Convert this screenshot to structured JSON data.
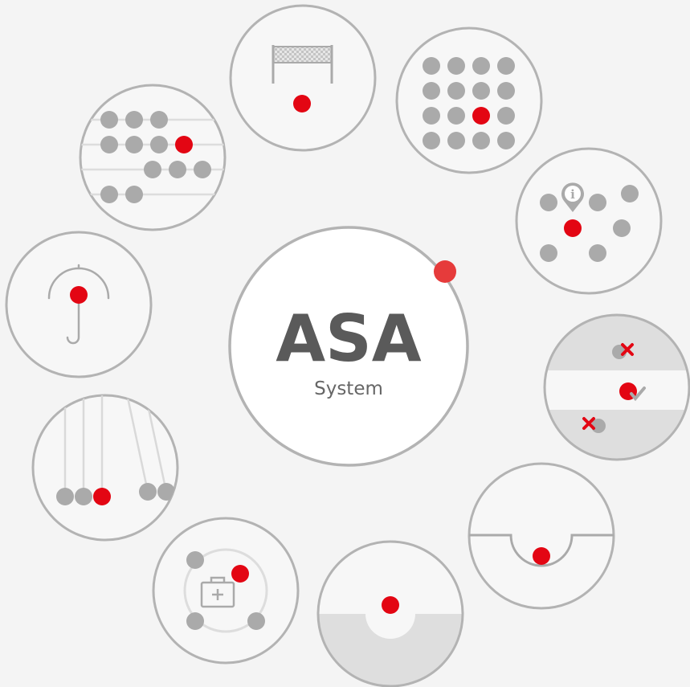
{
  "center": {
    "title": "ASA",
    "subtitle": "System"
  },
  "colors": {
    "background": "#f4f4f4",
    "circle_fill": "#f7f7f7",
    "circle_stroke": "#b3b3b3",
    "icon_gray": "#aaaaaa",
    "accent_red": "#e30613",
    "center_title": "#5a5a5a",
    "center_subtitle": "#666666",
    "band_fill": "#dedede"
  },
  "modules": [
    {
      "id": "finish-line",
      "icon": "finish-flag-gate-icon"
    },
    {
      "id": "dot-grid",
      "icon": "dot-grid-icon"
    },
    {
      "id": "info-location",
      "icon": "info-pin-icon"
    },
    {
      "id": "sorting-bands",
      "icon": "check-cross-icon"
    },
    {
      "id": "bowl-stability",
      "icon": "ball-in-bowl-icon"
    },
    {
      "id": "basin",
      "icon": "ball-over-basin-icon"
    },
    {
      "id": "first-aid",
      "icon": "first-aid-kit-icon"
    },
    {
      "id": "newtons-cradle",
      "icon": "newtons-cradle-icon"
    },
    {
      "id": "umbrella",
      "icon": "umbrella-icon"
    },
    {
      "id": "abacus",
      "icon": "abacus-icon"
    }
  ]
}
